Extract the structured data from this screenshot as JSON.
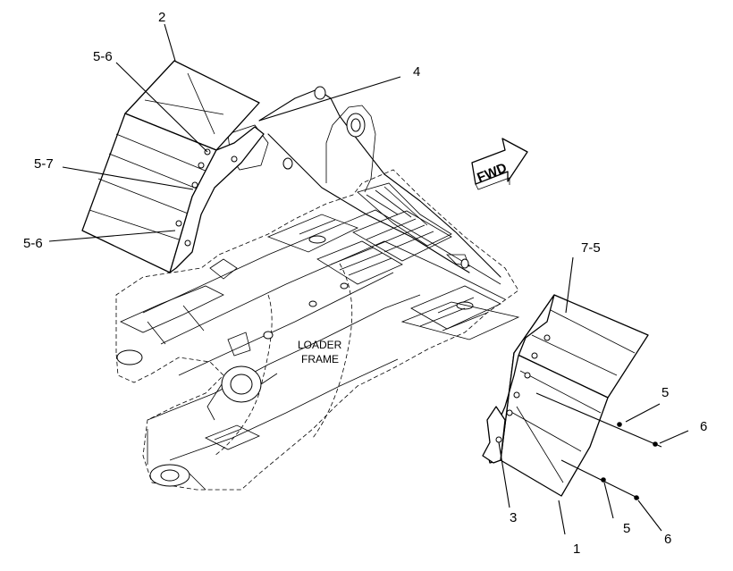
{
  "diagram": {
    "frame_label_line1": "LOADER",
    "frame_label_line2": "FRAME",
    "fwd_label": "FWD",
    "callouts": {
      "c2": "2",
      "c5_6_top": "5-6",
      "c4": "4",
      "c5_7": "5-7",
      "c5_6_bottom": "5-6",
      "c7_5": "7-5",
      "c5_upper": "5",
      "c6_upper": "6",
      "c3": "3",
      "c1": "1",
      "c5_lower": "5",
      "c6_lower": "6"
    }
  }
}
